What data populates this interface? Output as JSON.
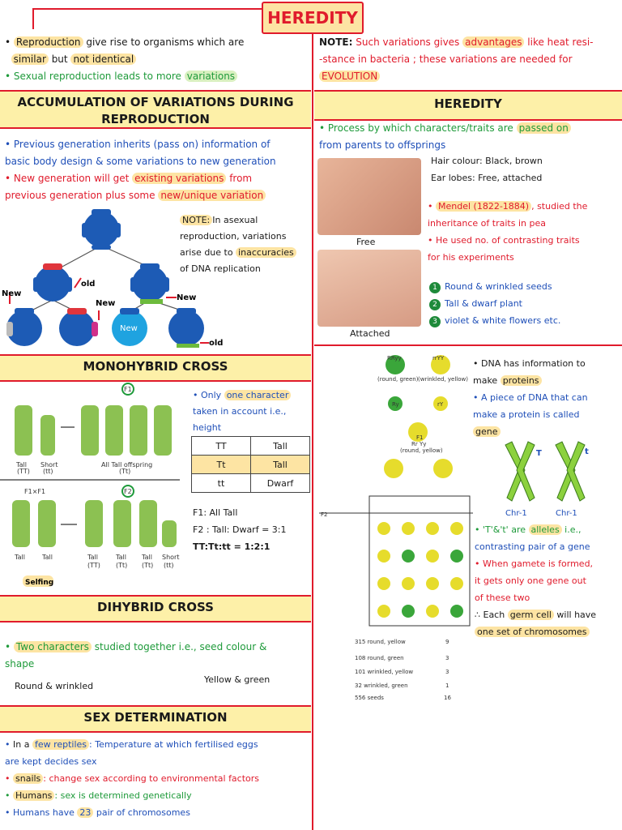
{
  "title": "HEREDITY",
  "intro": {
    "line1_a": "Reproduction",
    "line1_b": " give rise to organisms which are",
    "line2_a": "similar",
    "line2_b": " but ",
    "line2_c": "not identical",
    "line3_a": "Sexual reproduction leads to more ",
    "line3_b": "variations"
  },
  "note_top": {
    "label": "NOTE:",
    "text1": " Such variations gives ",
    "hl": "advantages",
    "text2": " like heat resi-",
    "line2": "-stance in bacteria ; these variations are needed for",
    "line3": "EVOLUTION"
  },
  "accumulation": {
    "heading": "ACCUMULATION OF VARIATIONS DURING REPRODUCTION",
    "b1_l1": "Previous generation inherits (pass on) information of",
    "b1_l2": "basic body design & some variations to new generation",
    "b2_l1_a": "New generation will get ",
    "b2_l1_b": "existing variations",
    "b2_l1_c": " from",
    "b2_l2_a": "previous generation plus some ",
    "b2_l2_b": "new/unique variation",
    "note_label": "NOTE:",
    "note_l1": "In asexual",
    "note_l2": "reproduction, variations",
    "note_l3_a": "arise due to ",
    "note_l3_b": "inaccuracies",
    "note_l4": "of DNA replication",
    "labels": {
      "new": "New",
      "old": "old"
    }
  },
  "heredity": {
    "heading": "HEREDITY",
    "l1_a": "Process by which characters/traits are ",
    "l1_b": "passed on",
    "l2": "from parents to offsprings",
    "trait1": "Hair colour: Black, brown",
    "trait2": "Ear lobes: Free, attached",
    "free": "Free",
    "attached": "Attached",
    "mendel_a": "Mendel (1822-1884)",
    "mendel_b": ", studied the",
    "mendel_l2": "inheritance of traits in pea",
    "used_l1": "He used no. of contrasting traits",
    "used_l2": "for his experiments",
    "traits": [
      {
        "num": "1",
        "text": "Round & wrinkled seeds"
      },
      {
        "num": "2",
        "text": "Tall & dwarf plant"
      },
      {
        "num": "3",
        "text": "violet & white flowers etc."
      }
    ]
  },
  "monohybrid": {
    "heading": "MONOHYBRID CROSS",
    "only_a": "Only ",
    "only_b": "one character",
    "only_l2": "taken in account i.e.,",
    "only_l3": "height",
    "table": [
      [
        "TT",
        "Tall"
      ],
      [
        "Tt",
        "Tall"
      ],
      [
        "tt",
        "Dwarf"
      ]
    ],
    "f1": "F1: All Tall",
    "f2": "F2 : Tall: Dwarf = 3:1",
    "ratio": "TT:Tt:tt = 1:2:1",
    "fig": {
      "f1_label": "F1",
      "f2_label": "F2",
      "tall": "Tall",
      "short": "Short",
      "tt_cap": "(TT)",
      "tt_small": "(tt)",
      "tt_het": "(Tt)",
      "all_tall": "All Tall offspring",
      "f1xf1": "F1×F1",
      "selfing": "Selfing"
    }
  },
  "dihybrid": {
    "heading": "DIHYBRID CROSS",
    "l1_a": "Two characters",
    "l1_b": " studied together i.e., ",
    "l1_c": "seed colour &",
    "l2": "shape",
    "sub1": "Round & wrinkled",
    "sub2": "Yellow & green",
    "fig": {
      "p1": "RRyy",
      "p1_desc": "(round, green)",
      "p2": "rrYY",
      "p2_desc": "(wrinkled, yellow)",
      "gam1": "Ry",
      "gam2": "rY",
      "f1": "Rr Yy",
      "f1_desc": "(round, yellow)",
      "f1_label": "F1",
      "f2_label": "F2",
      "counts": [
        {
          "text": "315 round, yellow",
          "n": "9"
        },
        {
          "text": "108 round, green",
          "n": "3"
        },
        {
          "text": "101 wrinkled, yellow",
          "n": "3"
        },
        {
          "text": "32 wrinkled, green",
          "n": "1"
        },
        {
          "text": "556 seeds",
          "n": "16"
        }
      ]
    }
  },
  "dna": {
    "l1": "DNA has information to",
    "l2_a": "make ",
    "l2_b": "proteins",
    "l3": "A piece of DNA that can",
    "l4": "make a protein is called",
    "l5": "gene",
    "chr1": "Chr-1",
    "chr2": "Chr-1",
    "T": "T",
    "t": "t",
    "alleles_a": "'T'&'t' are ",
    "alleles_b": "alleles",
    "alleles_c": " i.e.,",
    "alleles_l2": "contrasting pair of a gene",
    "gamete_l1": "When gamete is formed,",
    "gamete_l2": "it gets only one gene out",
    "gamete_l3": "of these two",
    "each_a": "∴ Each ",
    "each_b": "germ cell",
    "each_c": " will have",
    "each_l2": "one set of chromosomes"
  },
  "sex": {
    "heading": "SEX DETERMINATION",
    "l1_a": "In a ",
    "l1_b": "few reptiles",
    "l1_c": ": Temperature at which fertilised eggs",
    "l2": "are kept decides sex",
    "l3_a": "snails",
    "l3_b": ": change sex according to environmental factors",
    "l4_a": "Humans",
    "l4_b": ": sex is determined genetically",
    "l5_a": "Humans have ",
    "l5_b": "23",
    "l5_c": " pair of chromosomes"
  },
  "colors": {
    "accent": "#e01b2c",
    "band": "#fdf0a8",
    "blue": "#1f4fb8",
    "green": "#1e9a3a",
    "highlight": "#fde4a3"
  }
}
